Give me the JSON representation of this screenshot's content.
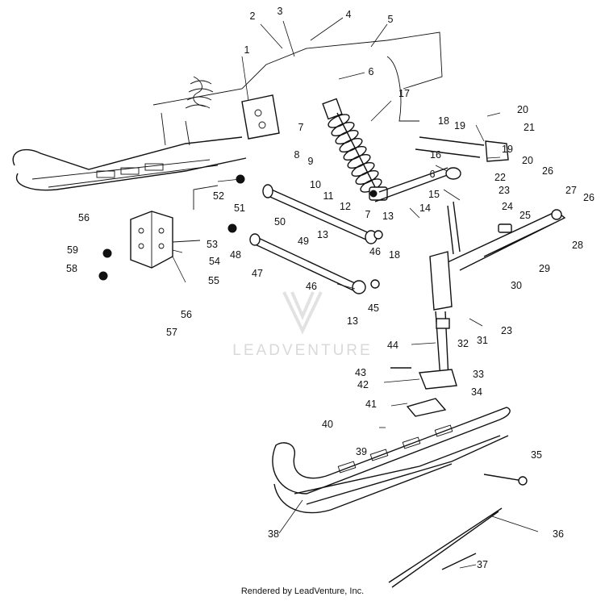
{
  "watermark": "LEADVENTURE",
  "footer": "Rendered by LeadVenture, Inc.",
  "callouts": [
    "1",
    "2",
    "3",
    "4",
    "5",
    "6",
    "6",
    "7",
    "7",
    "8",
    "9",
    "10",
    "11",
    "12",
    "13",
    "13",
    "13",
    "14",
    "15",
    "16",
    "17",
    "18",
    "18",
    "19",
    "19",
    "20",
    "20",
    "21",
    "22",
    "23",
    "23",
    "24",
    "25",
    "26",
    "26",
    "27",
    "28",
    "29",
    "30",
    "31",
    "32",
    "33",
    "34",
    "35",
    "36",
    "37",
    "38",
    "39",
    "40",
    "41",
    "42",
    "43",
    "44",
    "45",
    "46",
    "46",
    "47",
    "48",
    "49",
    "50",
    "51",
    "52",
    "53",
    "54",
    "55",
    "56",
    "56",
    "57",
    "58",
    "59"
  ]
}
